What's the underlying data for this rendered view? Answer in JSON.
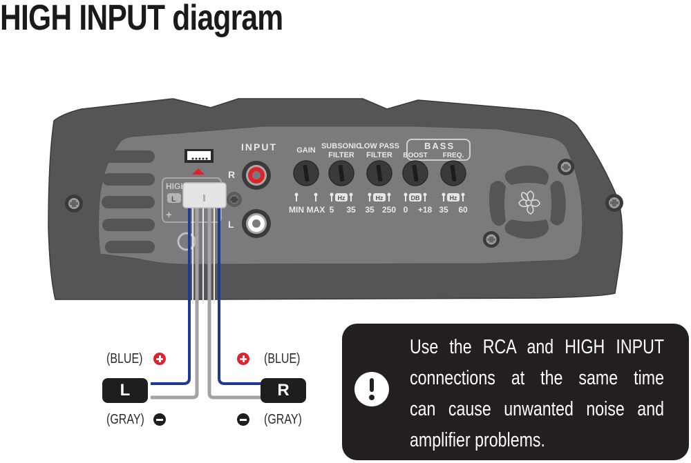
{
  "title": "HIGH INPUT diagram",
  "amplifier": {
    "high_input_label": "HIGH INPUT",
    "high_input_channel": "L",
    "input_label": "INPUT",
    "rca_right_label": "R",
    "rca_left_label": "L",
    "colors": {
      "body_dark": "#545456",
      "panel": "#7b7b7d",
      "rca_red": "#e0232b",
      "connector_arrow": "#d9252a"
    },
    "controls": [
      {
        "label_line1": "",
        "label_line2": "GAIN",
        "unit": "",
        "min": "MIN",
        "max": "MAX"
      },
      {
        "label_line1": "SUBSONIC",
        "label_line2": "FILTER",
        "unit": "Hz",
        "min": "5",
        "max": "35"
      },
      {
        "label_line1": "LOW PASS",
        "label_line2": "FILTER",
        "unit": "Hz",
        "min": "35",
        "max": "250"
      },
      {
        "label_line1": "BOOST",
        "label_line2": "",
        "unit": "DB",
        "min": "0",
        "max": "+18"
      },
      {
        "label_line1": "FREQ.",
        "label_line2": "",
        "unit": "Hz",
        "min": "35",
        "max": "60"
      }
    ],
    "bass_group_label": "BASS",
    "bass_sub_labels": [
      "BOOST",
      "FREQ."
    ],
    "fan_icon": "fan-icon"
  },
  "wiring": {
    "left": {
      "channel": "L",
      "positive_label": "(BLUE)",
      "negative_label": "(GRAY)"
    },
    "right": {
      "channel": "R",
      "positive_label": "(BLUE)",
      "negative_label": "(GRAY)"
    },
    "colors": {
      "blue_wire": "#1f3a93",
      "gray_wire": "#a3a3a3",
      "positive": "#e0232b",
      "negative": "#1e1e1e"
    }
  },
  "warning": {
    "icon": "exclamation-icon",
    "lines": [
      "Use the RCA and HIGH INPUT",
      "connections at the same time",
      "can cause unwanted noise and",
      "amplifier problems."
    ]
  }
}
